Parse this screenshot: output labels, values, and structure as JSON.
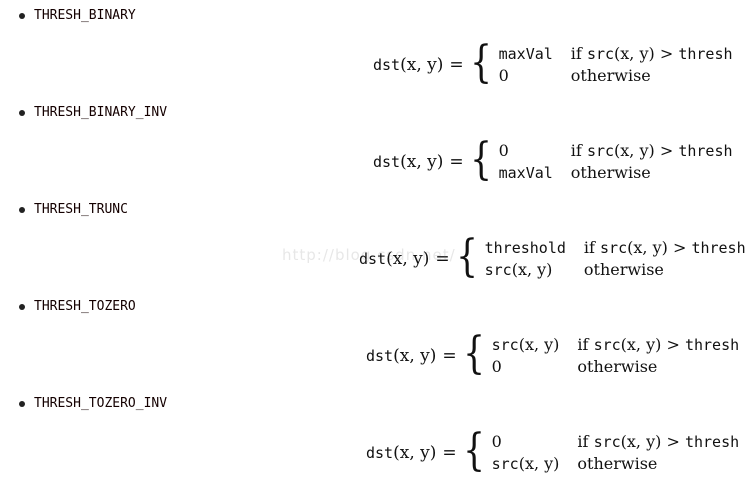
{
  "items": [
    {
      "name": "THRESH_BINARY",
      "lhs_name": "dst",
      "lhs_args": "(x, y)",
      "equals": "=",
      "row1_value": "maxVal",
      "row1_cond_prefix": "if",
      "row1_cond_src": "src",
      "row1_cond_args": "(x, y)",
      "row1_cond_op": ">",
      "row1_cond_thresh": "thresh",
      "row2_value": "0",
      "row2_cond": "otherwise"
    },
    {
      "name": "THRESH_BINARY_INV",
      "lhs_name": "dst",
      "lhs_args": "(x, y)",
      "equals": "=",
      "row1_value": "0",
      "row1_cond_prefix": "if",
      "row1_cond_src": "src",
      "row1_cond_args": "(x, y)",
      "row1_cond_op": ">",
      "row1_cond_thresh": "thresh",
      "row2_value": "maxVal",
      "row2_cond": "otherwise"
    },
    {
      "name": "THRESH_TRUNC",
      "lhs_name": "dst",
      "lhs_args": "(x, y)",
      "equals": "=",
      "row1_value": "threshold",
      "row1_cond_prefix": "if",
      "row1_cond_src": "src",
      "row1_cond_args": "(x, y)",
      "row1_cond_op": ">",
      "row1_cond_thresh": "thresh",
      "row2_value_src": "src",
      "row2_value_args": "(x, y)",
      "row2_cond": "otherwise"
    },
    {
      "name": "THRESH_TOZERO",
      "lhs_name": "dst",
      "lhs_args": "(x, y)",
      "equals": "=",
      "row1_value_src": "src",
      "row1_value_args": "(x, y)",
      "row1_cond_prefix": "if",
      "row1_cond_src": "src",
      "row1_cond_args": "(x, y)",
      "row1_cond_op": ">",
      "row1_cond_thresh": "thresh",
      "row2_value": "0",
      "row2_cond": "otherwise"
    },
    {
      "name": "THRESH_TOZERO_INV",
      "lhs_name": "dst",
      "lhs_args": "(x, y)",
      "equals": "=",
      "row1_value": "0",
      "row1_cond_prefix": "if",
      "row1_cond_src": "src",
      "row1_cond_args": "(x, y)",
      "row1_cond_op": ">",
      "row1_cond_thresh": "thresh",
      "row2_value_src": "src",
      "row2_value_args": "(x, y)",
      "row2_cond": "otherwise"
    }
  ],
  "watermark": "http://blog.csdn.net/"
}
